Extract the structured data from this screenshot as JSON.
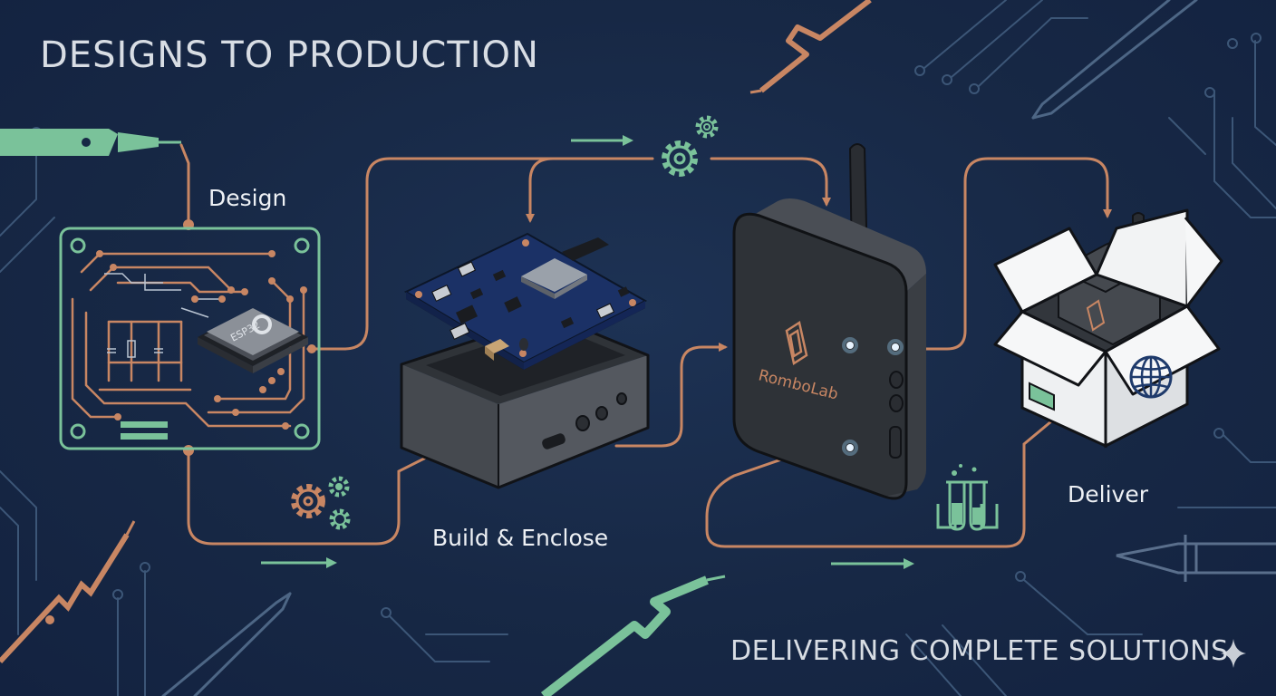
{
  "headline": "DESIGNS TO PRODUCTION",
  "footer": "DELIVERING COMPLETE SOLUTIONS",
  "stages": [
    {
      "label": "Design"
    },
    {
      "label": "Build & Enclose"
    },
    {
      "label": "Deliver"
    }
  ],
  "chip_label": "ESP32",
  "brand": "RomboLab",
  "colors": {
    "background": "#172845",
    "copper": "#c88663",
    "mint": "#7ac29a",
    "line": "#4d6685",
    "device": "#3c4047"
  }
}
